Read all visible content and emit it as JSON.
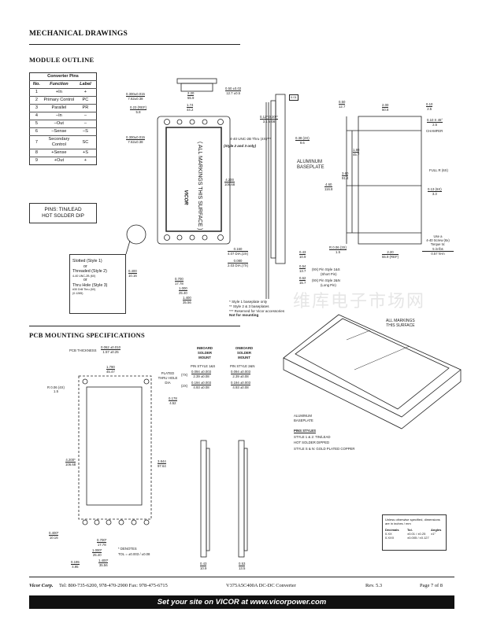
{
  "headings": {
    "main": "MECHANICAL DRAWINGS",
    "module": "MODULE OUTLINE",
    "pcb": "PCB MOUNTING SPECIFICATIONS"
  },
  "pin_table": {
    "title": "Converter Pins",
    "headers": [
      "No.",
      "Function",
      "Label"
    ],
    "rows": [
      [
        "1",
        "+In",
        "+"
      ],
      [
        "2",
        "Primary Control",
        "PC"
      ],
      [
        "3",
        "Parallel",
        "PR"
      ],
      [
        "4",
        "–In",
        "–"
      ],
      [
        "5",
        "–Out",
        "–"
      ],
      [
        "6",
        "–Sense",
        "–S"
      ],
      [
        "7",
        "Secondary Control",
        "SC"
      ],
      [
        "8",
        "+Sense",
        "+S"
      ],
      [
        "9",
        "+Out",
        "+"
      ]
    ],
    "pins_note": [
      "PINS: TIN/LEAD",
      "HOT SOLDER DIP"
    ]
  },
  "module_text": {
    "marking": "( ALL MARKINGS THIS SURFACE )",
    "logo": "VICOR",
    "thread": "4-40 UNC-2B Thru (4X)***",
    "thread_note": "(Style 2 and 3 only)",
    "baseplate": [
      "ALUMINUM",
      "BASEPLATE"
    ],
    "flatness": "0.01",
    "chamfer": "CHAMFER",
    "full_r": "FULL R (6X)",
    "screw": [
      "Use a",
      "4-40 Screw (6x)",
      "Torque to:",
      "5 in-lbs",
      "0.57 N-m"
    ],
    "pin_short": "(9X) Pin Style 1&S",
    "pin_short2": "(Short Pin)",
    "pin_long": "(9X) Pin Style 2&N",
    "pin_long2": "(Long Pin)"
  },
  "dims": [
    "0.50 ±0.02",
    "12.7 ±0.5",
    "0.300±0.015",
    "7.62±0.38",
    "2.20",
    "55.9",
    "1.74",
    "44.2",
    "0.23 (REF)",
    "5.8",
    "0.300±0.015",
    "7.62±0.38",
    "4.200",
    "106.68",
    "0.160",
    "4.07 DIA.(2X)",
    "0.080",
    "2.03 DIA.(7X)",
    "0.400",
    "10.16",
    "0.700",
    "17.78",
    "1.000",
    "25.40",
    "1.400",
    "35.56",
    "0.12* 0.20**",
    "3.1  5.08",
    "0.38 (2X)",
    "9.6",
    "0.50",
    "12.7",
    "2.00",
    "50.8",
    "0.10",
    "2.5",
    "0.10 X 45°",
    "2.5",
    "1.80",
    "45.7",
    "3.60",
    "91.4",
    "4.60",
    "116.8",
    "0.13 (6X)",
    "3.3",
    "R 0.06 (3X)",
    "1.5",
    "2.20",
    "55.9 (REF)",
    "0.43",
    "10.9",
    "0.54",
    "13.7",
    "0.62",
    "15.7"
  ],
  "callout": {
    "slotted": "Slotted (Style 1)",
    "or1": "or",
    "threaded": "Threaded (Style 2)",
    "threaded_sub": "4-40 UNC-2B (6X)",
    "or2": "or",
    "thru": "Thru Hole (Style 3)",
    "thru_sub": "#30 Drill Thru (6X)",
    "thru_sub2": "(0.1285)"
  },
  "notes": [
    "*   Style 1 baseplate only",
    "**  Style 2 & 3 baseplates",
    "*** Reserved for Vicor accessories",
    "Not for mounting"
  ],
  "pcb": {
    "thickness": "PCB THICKNESS",
    "thick_val": "0.062 ±0.010",
    "thick_mm": "1.57 ±0.25",
    "plated": [
      "PLATED",
      "THRU HOLE",
      "DIA"
    ],
    "r": "R 0.06 (4X)",
    "r_mm": "1.5",
    "d1": "1.790",
    "d1m": "45.47",
    "d2": "0.178",
    "d2m": "4.52",
    "d3": "4.200*",
    "d3m": "106.68",
    "d4": "3.844",
    "d4m": "97.64",
    "d5": "0.400*",
    "d5m": "10.16",
    "d6": "0.700*",
    "d6m": "17.78",
    "d7": "1.000*",
    "d7m": "25.40",
    "d8": "1.400*",
    "d8m": "35.56",
    "d9": "0.195",
    "d9m": "4.95",
    "denotes": "* DENOTES",
    "tol": "TOL = ±0.003 / ±0.08",
    "inboard": [
      "INBOARD",
      "SOLDER",
      "MOUNT"
    ],
    "onboard": [
      "ONBOARD",
      "SOLDER",
      "MOUNT"
    ],
    "style_in": "PIN STYLE 1&S",
    "style_on": "PIN STYLE 2&N",
    "x7": "(7X)",
    "x2": "(2X)",
    "in_v1": "0.094 ±0.003",
    "in_v1m": "2.39 ±0.08",
    "in_v2": "0.194 ±0.003",
    "in_v2m": "4.93 ±0.08",
    "on_v1": "0.094 ±0.003",
    "on_v1m": "2.39 ±0.08",
    "on_v2": "0.194 ±0.003",
    "on_v2m": "4.93 ±0.08",
    "h1": "0.43",
    "h1m": "10.9",
    "h2": "0.53",
    "h2m": "13.5"
  },
  "iso": {
    "markings": [
      "ALL MARKINGS",
      "THIS SURFACE"
    ],
    "baseplate": [
      "ALUMINUM",
      "BASEPLATE"
    ],
    "pin_styles": "PINS STYLES",
    "s12": "STYLE 1 & 2: TIN/LEAD",
    "s12b": "HOT SOLDER DIPPED",
    "s5n": "STYLE S & N: GOLD PLATED COPPER"
  },
  "tolerance": {
    "intro": "Unless otherwise specified, dimensions are in inches / mm",
    "headers": [
      "Decimals",
      "Tol.",
      "Angles"
    ],
    "rows": [
      [
        "0.XX",
        "±0.01 / ±0.25",
        "±1°"
      ],
      [
        "0.XXX",
        "±0.005 / ±0.127",
        ""
      ]
    ]
  },
  "watermark": "维库电子市场网",
  "footer": {
    "company": "Vicor Corp.",
    "contact": "Tel: 800-735-6200, 978-470-2900  Fax: 978-475-6715",
    "product": "V375A5C400A DC-DC Converter",
    "rev": "Rev. 5.3",
    "page": "Page 7 of 8",
    "banner": "Set your site on VICOR at www.vicorpower.com"
  }
}
